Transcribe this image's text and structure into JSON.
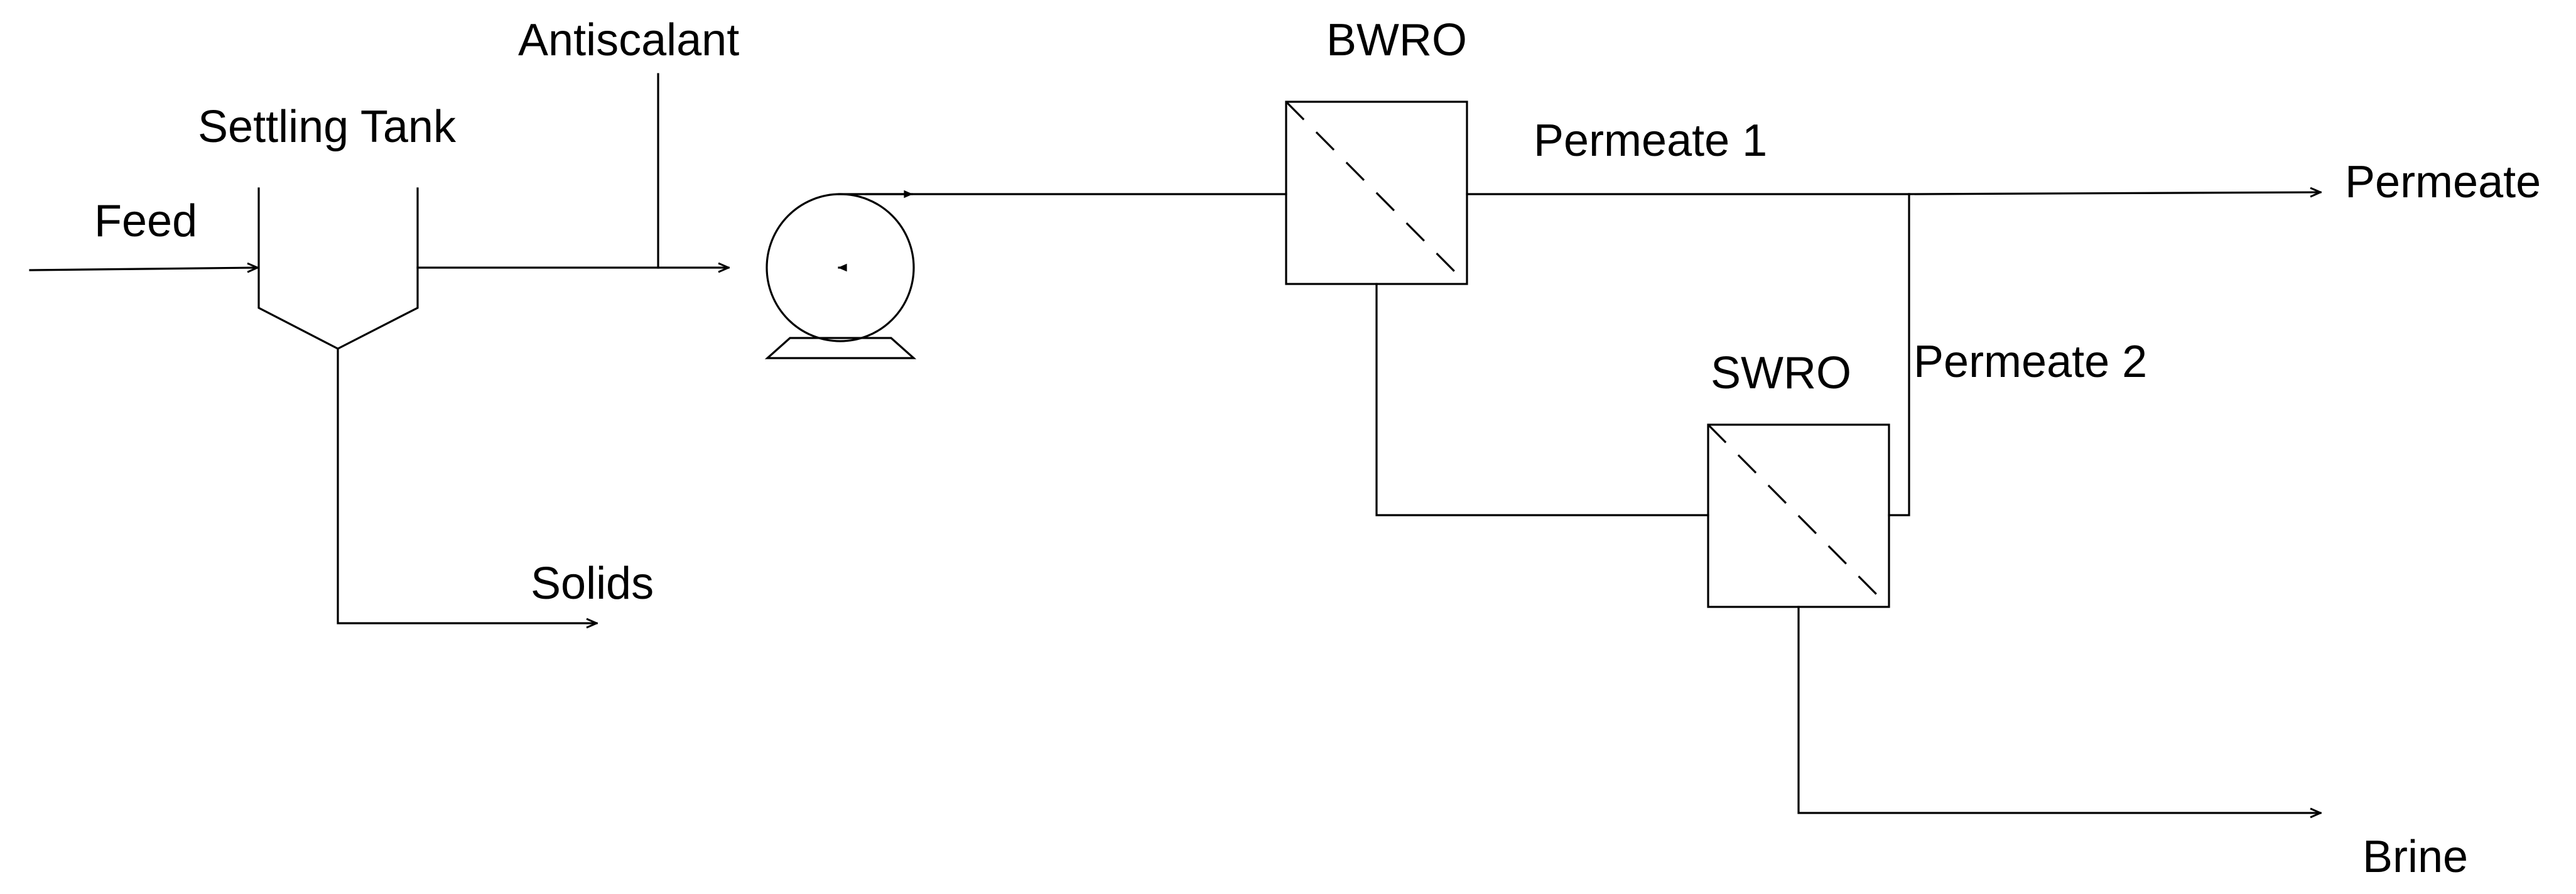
{
  "labels": {
    "feed": "Feed",
    "settling_tank": "Settling Tank",
    "antiscalant": "Antiscalant",
    "solids": "Solids",
    "bwro": "BWRO",
    "swro": "SWRO",
    "permeate_1": "Permeate 1",
    "permeate_2": "Permeate 2",
    "permeate": "Permeate",
    "brine": "Brine"
  },
  "colors": {
    "line": "#000000",
    "background": "#ffffff"
  }
}
